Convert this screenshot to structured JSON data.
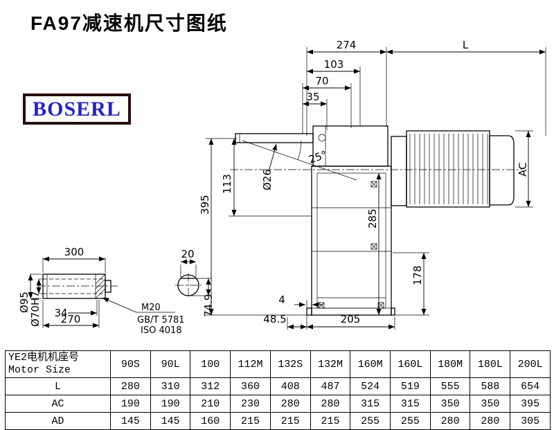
{
  "page": {
    "title": "FA97减速机尺寸图纸",
    "logo_text": "BOSERL"
  },
  "main_view": {
    "dim_274": "274",
    "dim_L": "L",
    "dim_103": "103",
    "dim_70": "70",
    "dim_35": "35",
    "dim_angle": "25°",
    "dim_shaft_dia": "Ø26",
    "dim_113": "113",
    "dim_395": "395",
    "dim_285": "285",
    "dim_AC": "AC",
    "dim_178": "178",
    "dim_4": "4",
    "dim_48_5": "48.5",
    "dim_205": "205"
  },
  "shaft_view": {
    "dim_300": "300",
    "dim_34": "34",
    "dim_270": "270",
    "dim_dia95": "Ø95",
    "dim_dia70": "Ø70H7",
    "note_thread": "M20",
    "note_gb": "GB/T 5781",
    "note_iso": "ISO 4018"
  },
  "section_view": {
    "dim_20": "20",
    "dim_74_9": "74.9"
  },
  "table": {
    "motor_label_cn": "YE2电机机座号",
    "motor_label_en": "Motor Size",
    "sizes": [
      "90S",
      "90L",
      "100",
      "112M",
      "132S",
      "132M",
      "160M",
      "160L",
      "180M",
      "180L",
      "200L"
    ],
    "rows": [
      {
        "label": "L",
        "values": [
          "280",
          "310",
          "312",
          "360",
          "408",
          "487",
          "524",
          "519",
          "555",
          "588",
          "654"
        ]
      },
      {
        "label": "AC",
        "values": [
          "190",
          "190",
          "210",
          "230",
          "280",
          "280",
          "315",
          "315",
          "350",
          "350",
          "395"
        ]
      },
      {
        "label": "AD",
        "values": [
          "145",
          "145",
          "160",
          "215",
          "215",
          "215",
          "255",
          "255",
          "280",
          "280",
          "305"
        ]
      }
    ]
  }
}
